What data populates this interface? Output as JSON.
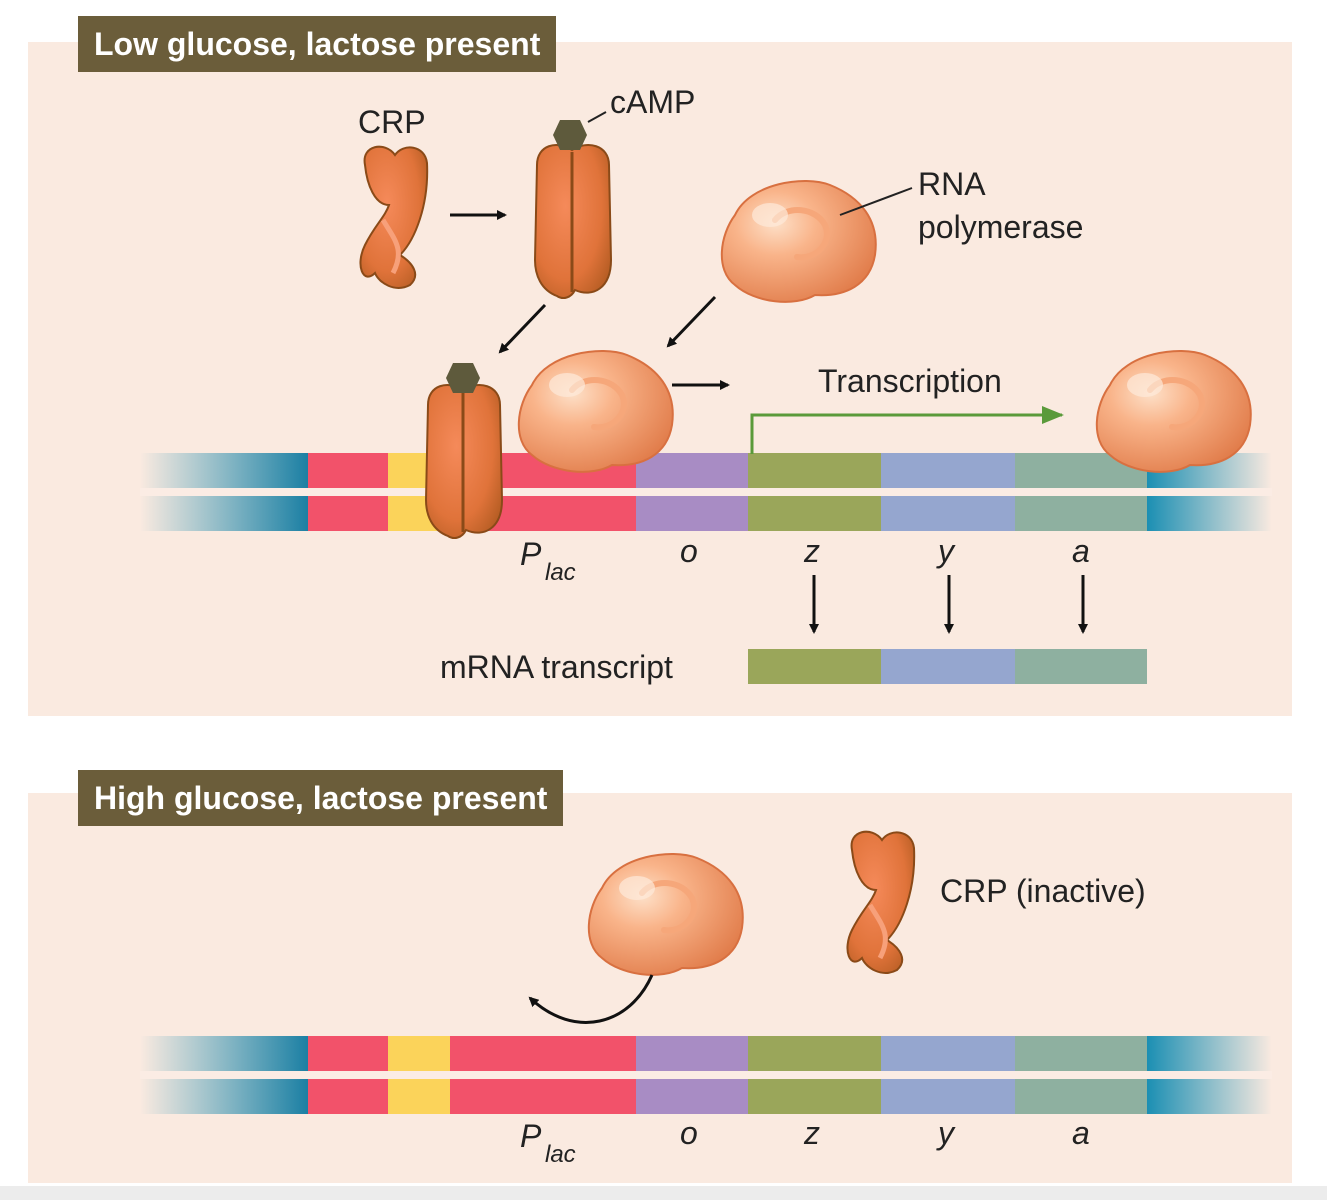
{
  "panels": {
    "top": {
      "title": "Low glucose, lactose present",
      "labels": {
        "crp": "CRP",
        "camp": "cAMP",
        "rna_polymerase_line1": "RNA",
        "rna_polymerase_line2": "polymerase",
        "transcription": "Transcription",
        "mrna": "mRNA transcript"
      },
      "genes": {
        "promoter_main": "P",
        "promoter_sub": "lac",
        "operator": "o",
        "z": "z",
        "y": "y",
        "a": "a"
      }
    },
    "bottom": {
      "title": "High glucose, lactose present",
      "labels": {
        "crp_inactive": "CRP (inactive)"
      },
      "genes": {
        "promoter_main": "P",
        "promoter_sub": "lac",
        "operator": "o",
        "z": "z",
        "y": "y",
        "a": "a"
      }
    }
  },
  "colors": {
    "panel_bg": "#faeae0",
    "title_bg": "#6b5d3a",
    "promoter": "#f2526a",
    "cap_site": "#fbd35a",
    "operator": "#a88cc4",
    "gene_z": "#9aa65a",
    "gene_y": "#95a6cf",
    "gene_a": "#8eb0a0",
    "dna_end": "#1b8fb3",
    "transcription_arrow": "#5a9a3a",
    "camp": "#5e5a3c"
  }
}
